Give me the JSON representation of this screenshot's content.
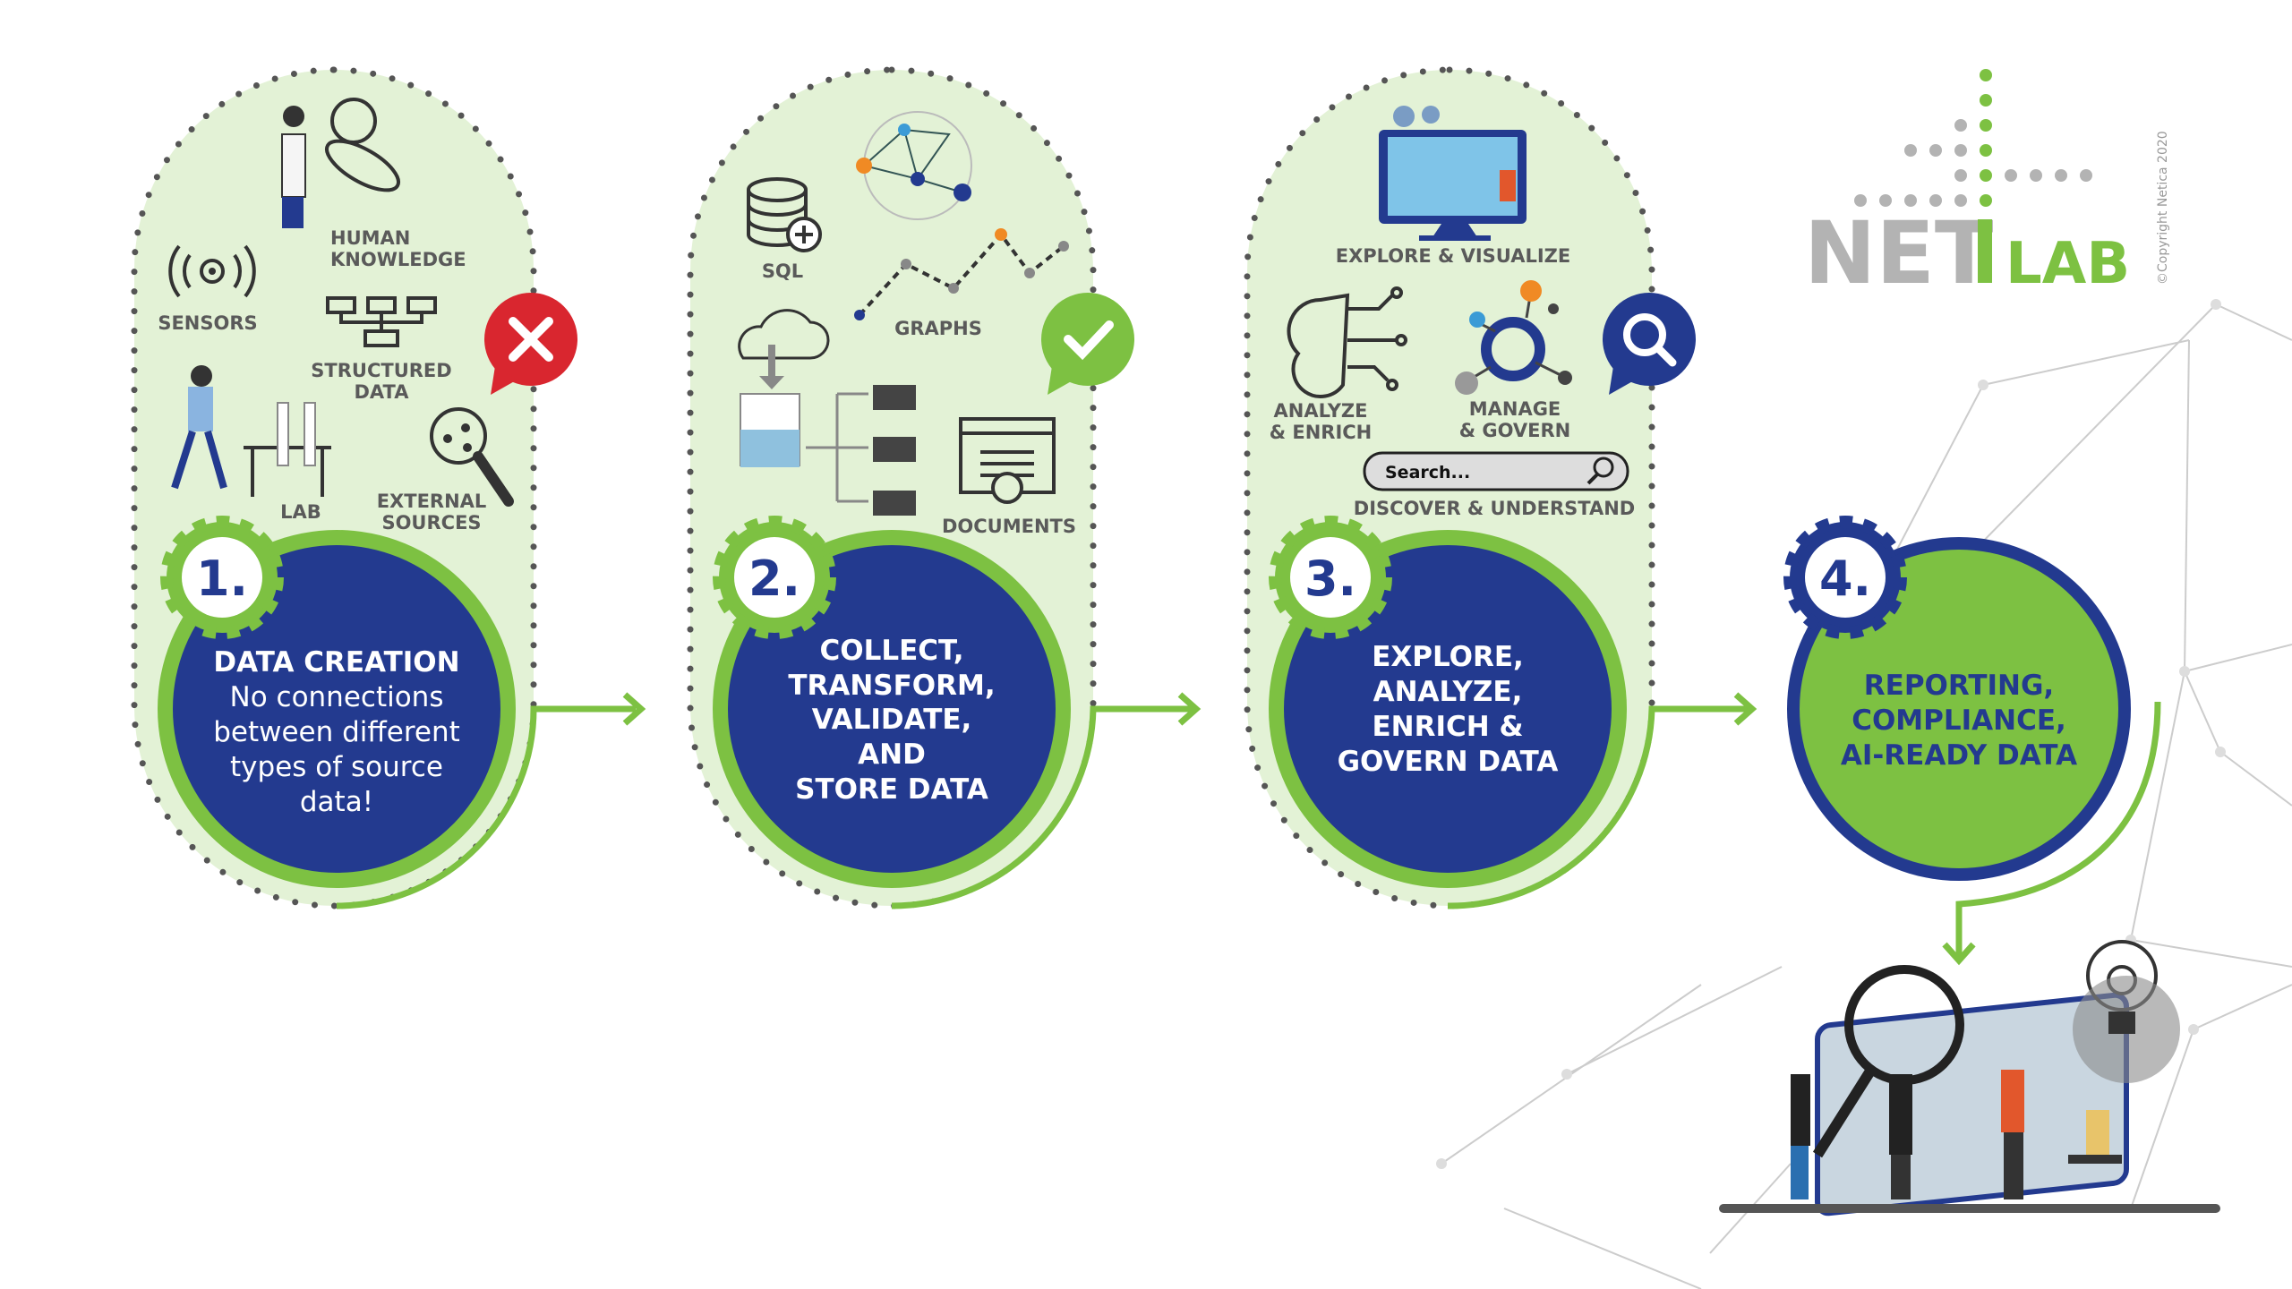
{
  "colors": {
    "green": "#7dc142",
    "navy": "#233a8f",
    "panel": "#e3f2d6",
    "red": "#d9262f",
    "label": "#5a5a5a",
    "logo_grey": "#b3b3b3"
  },
  "logo": {
    "text_left": "NET",
    "text_i": "I",
    "text_right": "LAB",
    "copyright": "©Copyright Netica 2020"
  },
  "stages": [
    {
      "number": "1.",
      "lines": [
        "DATA CREATION",
        "No connections",
        "between different",
        "types of source",
        "data!"
      ],
      "labels": {
        "human": [
          "HUMAN",
          "KNOWLEDGE"
        ],
        "sensors": "SENSORS",
        "structured": [
          "STRUCTURED",
          "DATA"
        ],
        "lab": "LAB",
        "external": [
          "EXTERNAL",
          "SOURCES"
        ]
      },
      "status_icon": "close-icon"
    },
    {
      "number": "2.",
      "lines": [
        "COLLECT,",
        "TRANSFORM,",
        "VALIDATE,",
        "AND",
        "STORE DATA"
      ],
      "labels": {
        "sql": "SQL",
        "graphs": "GRAPHS",
        "documents": "DOCUMENTS"
      },
      "status_icon": "check-icon"
    },
    {
      "number": "3.",
      "lines": [
        "EXPLORE,",
        "ANALYZE,",
        "ENRICH &",
        "GOVERN DATA"
      ],
      "labels": {
        "explore": "EXPLORE & VISUALIZE",
        "analyze": [
          "ANALYZE",
          "& ENRICH"
        ],
        "manage": [
          "MANAGE",
          "& GOVERN"
        ],
        "search_placeholder": "Search...",
        "discover": "DISCOVER & UNDERSTAND"
      },
      "status_icon": "search-icon"
    },
    {
      "number": "4.",
      "lines": [
        "REPORTING,",
        "COMPLIANCE,",
        "AI-READY DATA"
      ]
    }
  ]
}
